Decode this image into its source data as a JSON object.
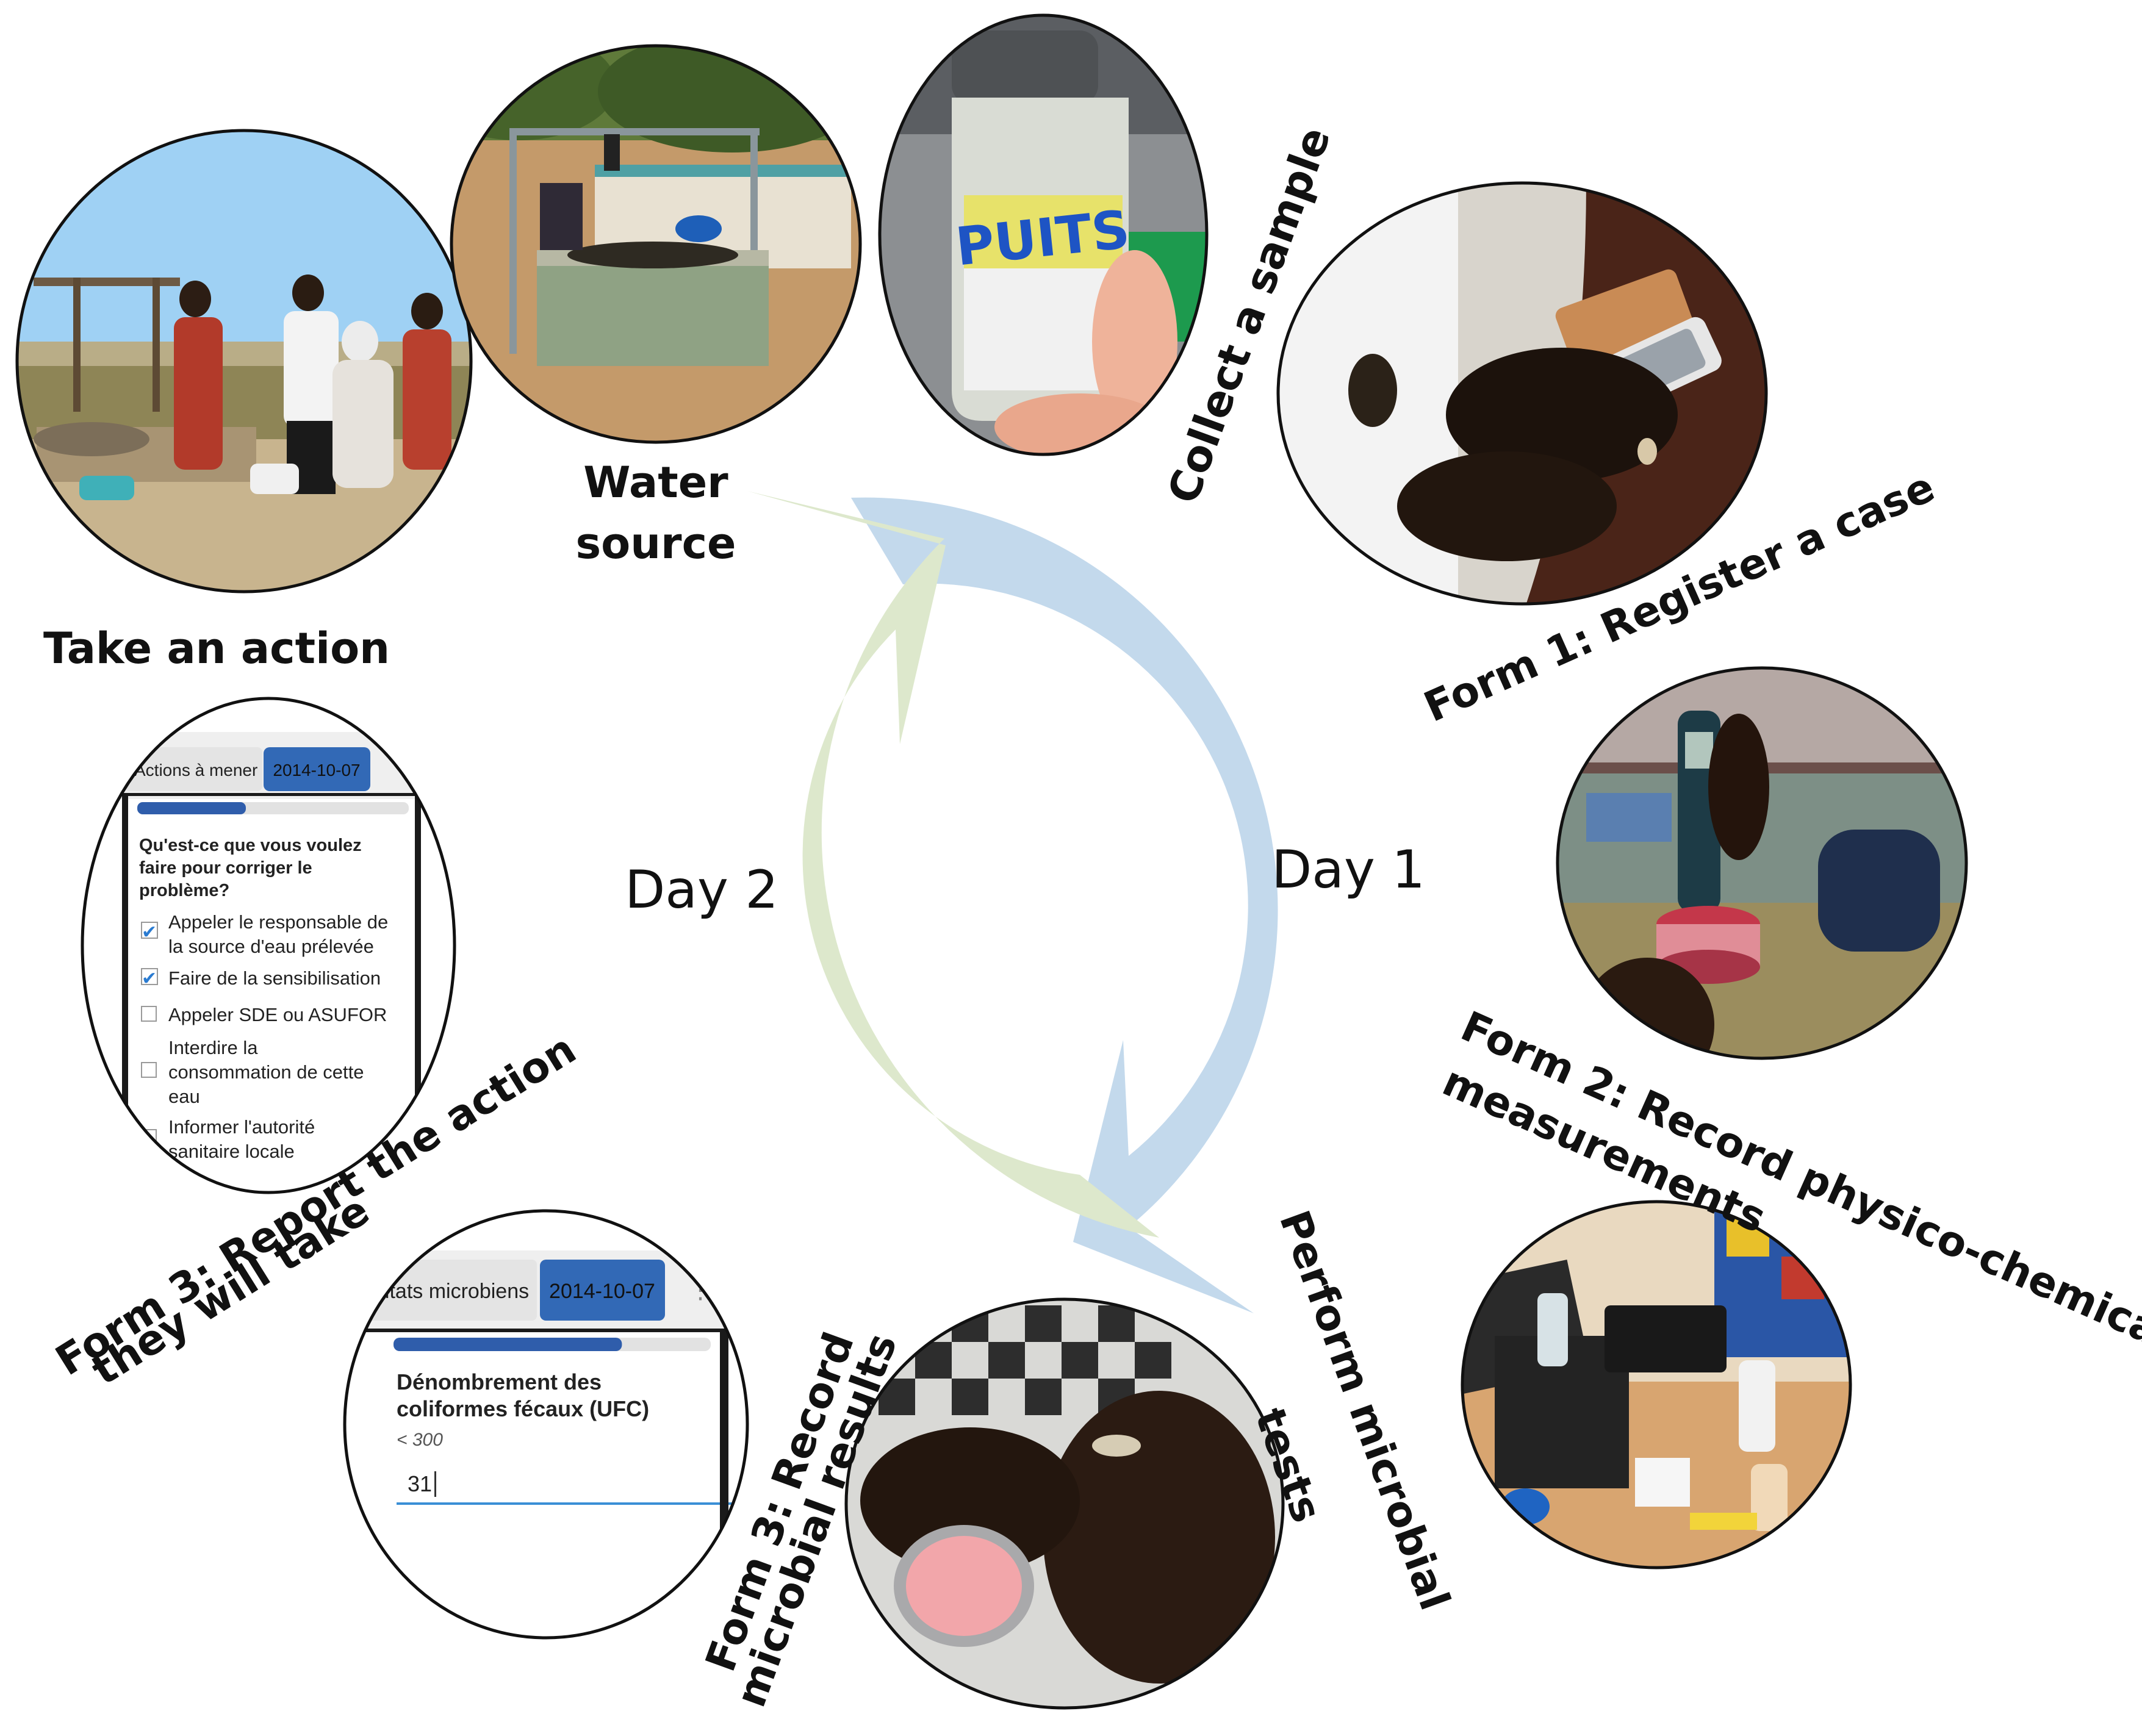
{
  "cycle": {
    "day1_label": "Day 1",
    "day2_label": "Day 2",
    "colors": {
      "day1_arrow": "#c3d9ec",
      "day2_arrow": "#dde8cc"
    }
  },
  "steps": {
    "water_source": {
      "line1": "Water",
      "line2": "source"
    },
    "collect_sample": {
      "label": "Collect a sample"
    },
    "form1": {
      "label": "Form 1: Register a case"
    },
    "form2": {
      "line1": "Form 2: Record physico-chemical",
      "line2": "measurements"
    },
    "microbial_tests": {
      "line1": "Perform microbial",
      "line2": "tests"
    },
    "form3_results": {
      "line1": "Form 3: Record",
      "line2": "microbial results"
    },
    "form3_action": {
      "line1": "Form 3: Report the action",
      "line2": "they will take"
    },
    "take_action": {
      "label": "Take an action"
    }
  },
  "bottle": {
    "label": "PUITS"
  },
  "phone_form_microbial": {
    "tab_label": "ultats microbiens",
    "date": "2014-10-07",
    "question_line1": "Dénombrement des",
    "question_line2": "coliformes fécaux (UFC)",
    "hint": "< 300",
    "value": "31",
    "progress_fraction": 0.72
  },
  "phone_form_actions": {
    "tab_label": "Actions à mener",
    "date": "2014-10-07",
    "question_lines": [
      "Qu'est-ce que vous voulez",
      "faire pour corriger le",
      "problème?"
    ],
    "progress_fraction": 0.4,
    "options": [
      {
        "lines": [
          "Appeler le responsable de",
          "la source d'eau prélevée"
        ],
        "checked": true
      },
      {
        "lines": [
          "Faire de la sensibilisation"
        ],
        "checked": true
      },
      {
        "lines": [
          "Appeler SDE ou ASUFOR"
        ],
        "checked": false
      },
      {
        "lines": [
          "Interdire la",
          "consommation de cette",
          "eau"
        ],
        "checked": false
      },
      {
        "lines": [
          "Informer l'autorité",
          "sanitaire locale"
        ],
        "checked": false
      }
    ]
  }
}
